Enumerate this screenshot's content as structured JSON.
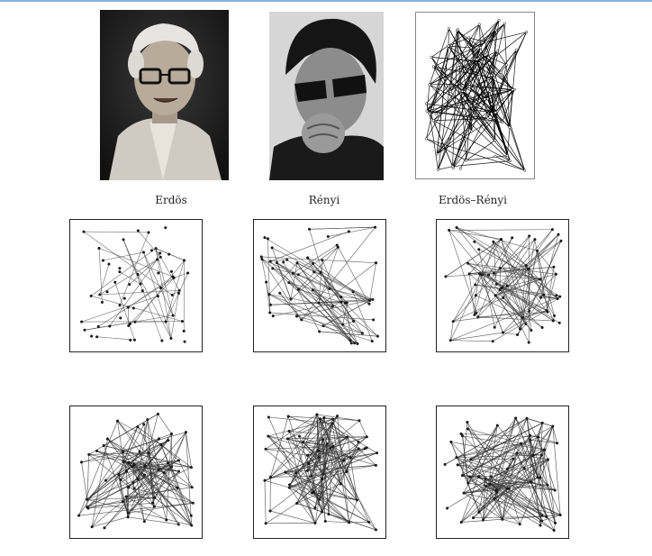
{
  "captions": {
    "erdos": "Erdös",
    "renyi": "Rényi",
    "erdos_renyi": "Erdös–Rényi"
  },
  "photos": {
    "erdos": "portrait-photo",
    "renyi": "portrait-photo"
  },
  "graphs": [
    {
      "id": "g-top",
      "nodes": 60,
      "edges": 180,
      "edge_color": "#000000",
      "opacity": 0.9
    },
    {
      "id": "g-r1c1",
      "nodes": 60,
      "edges": 45,
      "edge_color": "#555555",
      "opacity": 0.75
    },
    {
      "id": "g-r1c2",
      "nodes": 60,
      "edges": 90,
      "edge_color": "#444444",
      "opacity": 0.75
    },
    {
      "id": "g-r1c3",
      "nodes": 60,
      "edges": 120,
      "edge_color": "#444444",
      "opacity": 0.75
    },
    {
      "id": "g-r2c1",
      "nodes": 60,
      "edges": 150,
      "edge_color": "#333333",
      "opacity": 0.75
    },
    {
      "id": "g-r2c2",
      "nodes": 60,
      "edges": 170,
      "edge_color": "#333333",
      "opacity": 0.75
    },
    {
      "id": "g-r2c3",
      "nodes": 60,
      "edges": 170,
      "edge_color": "#333333",
      "opacity": 0.75
    }
  ]
}
